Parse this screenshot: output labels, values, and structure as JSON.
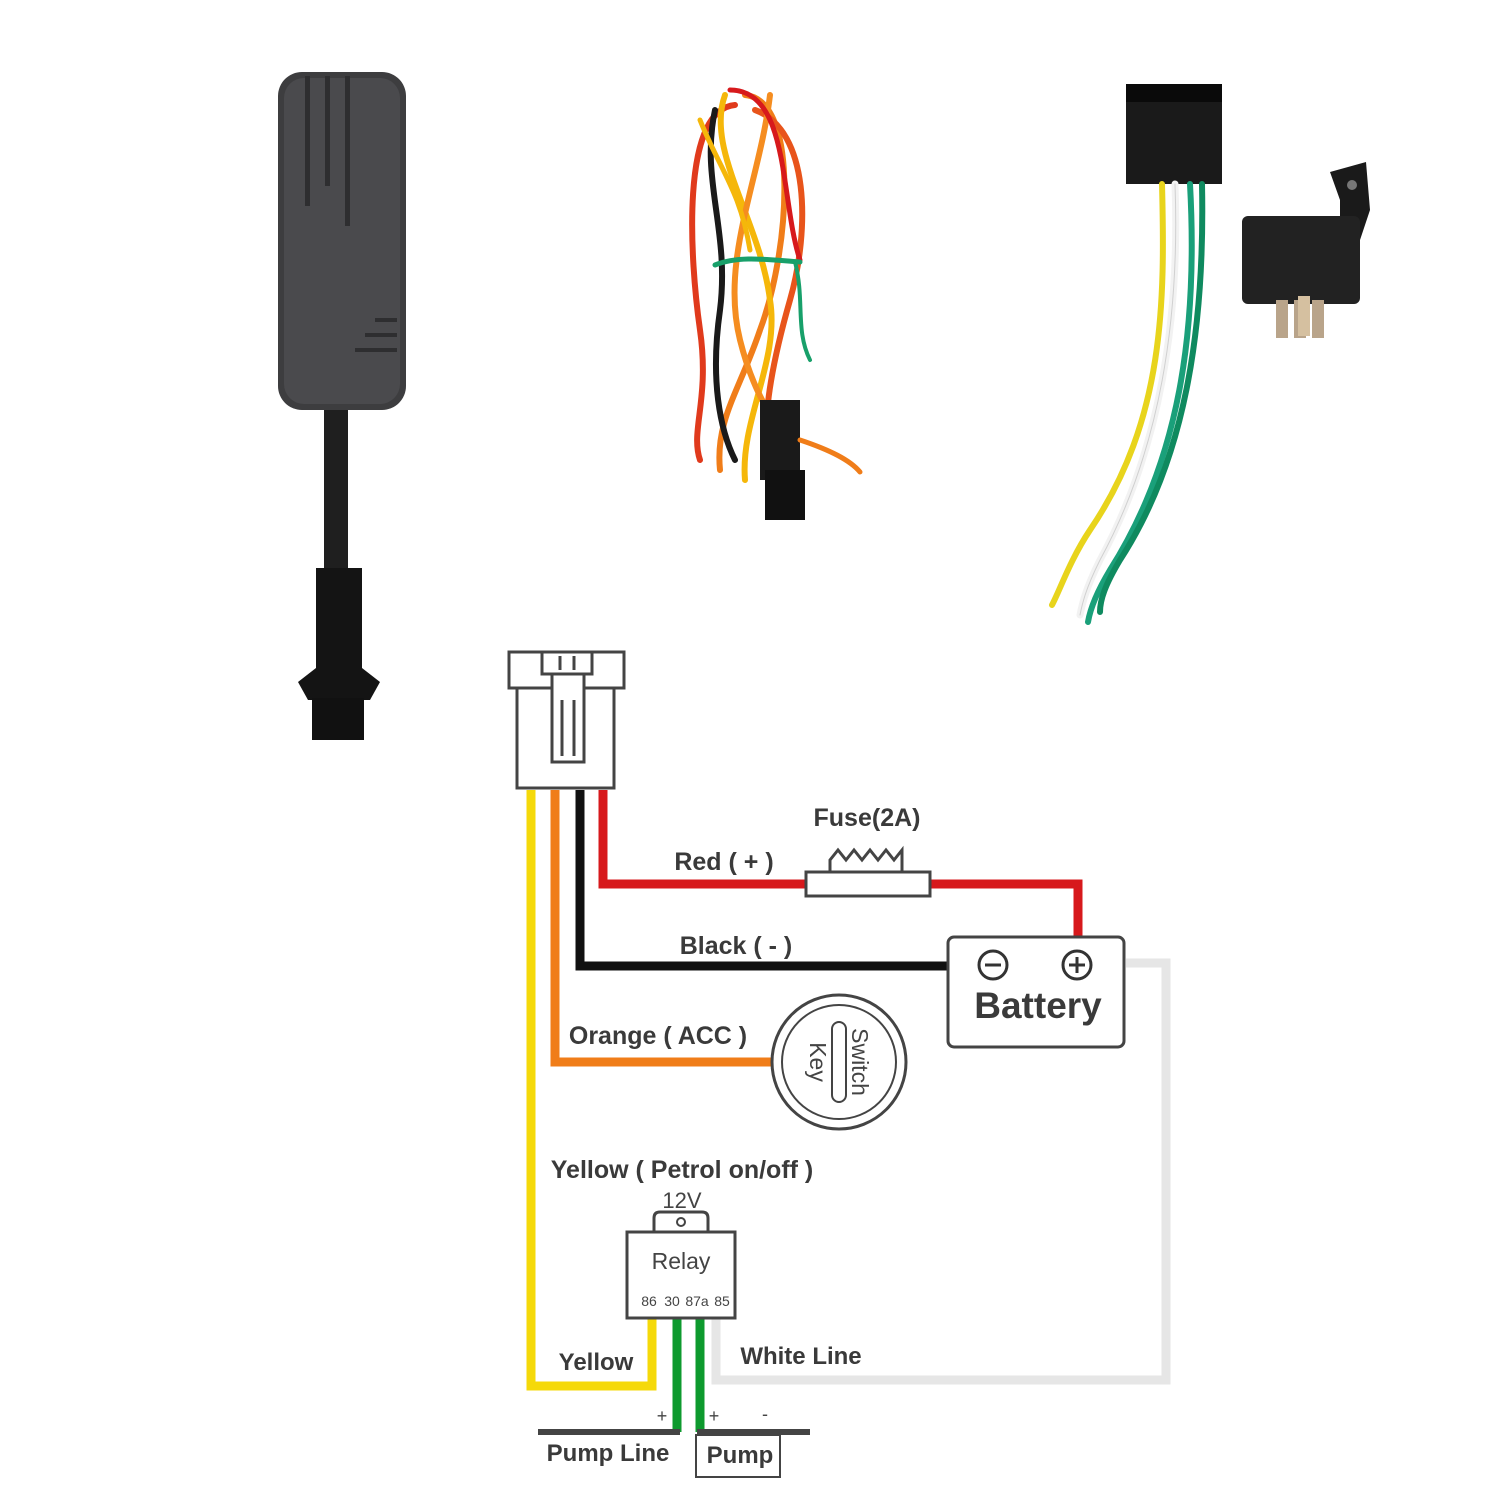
{
  "labels": {
    "fuse": "Fuse(2A)",
    "red": "Red ( + )",
    "black": "Black ( - )",
    "battery": "Battery",
    "orange": "Orange ( ACC )",
    "key_switch_line1": "Switch",
    "key_switch_line2": "Key",
    "yellow_petrol": "Yellow ( Petrol on/off )",
    "relay_voltage": "12V",
    "relay": "Relay",
    "relay_pins": [
      "86",
      "30",
      "87a",
      "85"
    ],
    "yellow": "Yellow",
    "white_line": "White Line",
    "plus": "+",
    "minus": "-",
    "pump_line": "Pump Line",
    "pump": "Pump"
  },
  "wire_colors": {
    "red": "#d7191c",
    "black": "#111111",
    "orange": "#f07d19",
    "yellow": "#f5d90a",
    "green": "#0e9a2e",
    "white": "#e6e6e6"
  },
  "icons": {
    "battery_minus": "minus-circle-icon",
    "battery_plus": "plus-circle-icon"
  }
}
